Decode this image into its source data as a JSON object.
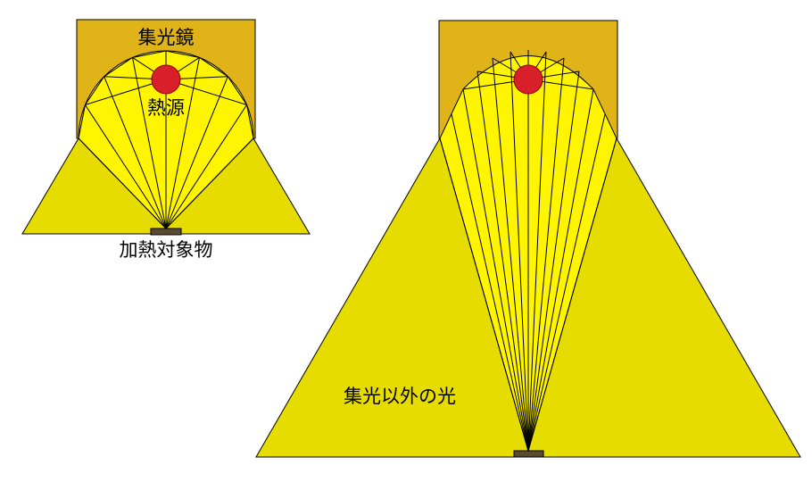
{
  "labels": {
    "reflector": "集光鏡",
    "heat_source": "熱源",
    "target": "加熱対象物",
    "other_light": "集光以外の光"
  },
  "colors": {
    "housing": "#E0B418",
    "cone_light": "#E6DC00",
    "focused_light": "#FFF500",
    "heat_source": "#D8202A",
    "target": "#5A4A32",
    "ray_line": "#000000"
  },
  "diagrams": [
    {
      "name": "short-focus",
      "description_label": "target"
    },
    {
      "name": "long-focus",
      "description_label": "other_light"
    }
  ]
}
